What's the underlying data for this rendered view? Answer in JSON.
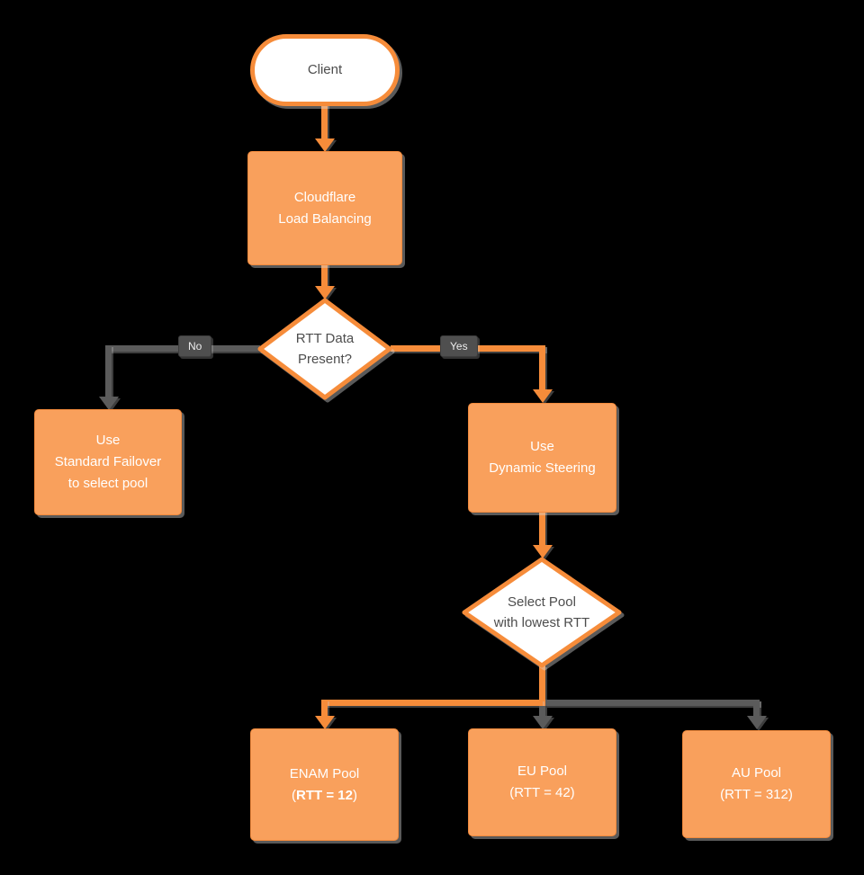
{
  "nodes": {
    "client": {
      "label": "Client"
    },
    "load_balancing": {
      "line1": "Cloudflare",
      "line2": "Load Balancing"
    },
    "rtt_decision": {
      "line1": "RTT Data",
      "line2": "Present?"
    },
    "standard_failover": {
      "line1": "Use",
      "line2": "Standard Failover",
      "line3": "to select pool"
    },
    "dynamic_steering": {
      "line1": "Use",
      "line2": "Dynamic Steering"
    },
    "select_pool": {
      "line1": "Select Pool",
      "line2": "with lowest RTT"
    },
    "enam_pool": {
      "line1": "ENAM Pool",
      "paren_open": "(",
      "rtt_bold": "RTT = 12",
      "paren_close": ")"
    },
    "eu_pool": {
      "line1": "EU Pool",
      "line2": "(RTT = 42)"
    },
    "au_pool": {
      "line1": "AU Pool",
      "line2": "(RTT = 312)"
    }
  },
  "edge_labels": {
    "no_branch": "No",
    "yes_branch": "Yes"
  },
  "colors": {
    "background": "#000000",
    "node_fill": "#F9A05C",
    "node_border": "#F28A3C",
    "connector_orange": "#F68C3A",
    "connector_gray": "#5B5B5B",
    "decision_fill": "#FFFFFF",
    "text_on_orange": "#FFFFFF",
    "text_on_white": "#4D4D4D"
  }
}
